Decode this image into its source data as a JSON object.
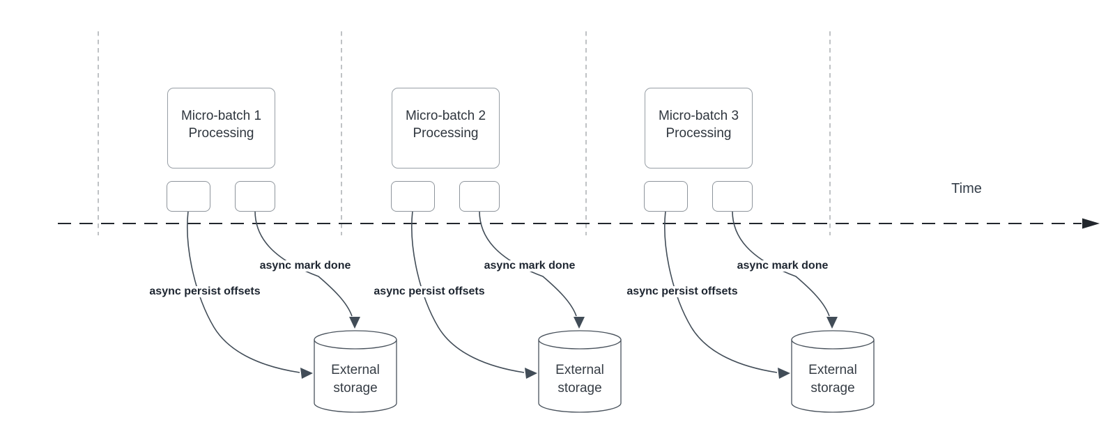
{
  "diagram": {
    "timeline": {
      "label": "Time"
    },
    "groups": [
      {
        "box_title": "Micro-batch 1",
        "box_subtitle": "Processing",
        "persist_arrow_label": "async persist offsets",
        "done_arrow_label": "async mark done",
        "storage_line1": "External",
        "storage_line2": "storage"
      },
      {
        "box_title": "Micro-batch 2",
        "box_subtitle": "Processing",
        "persist_arrow_label": "async persist offsets",
        "done_arrow_label": "async mark done",
        "storage_line1": "External",
        "storage_line2": "storage"
      },
      {
        "box_title": "Micro-batch 3",
        "box_subtitle": "Processing",
        "persist_arrow_label": "async persist offsets",
        "done_arrow_label": "async mark done",
        "storage_line1": "External",
        "storage_line2": "storage"
      }
    ],
    "colors": {
      "timeline_dark": "#22272d",
      "divider_gray": "#a4a8ac",
      "shape_border_gray": "#8d949b",
      "connector_slate": "#414c57",
      "text_dark": "#2f363e",
      "label_bold_dark": "#1d2530"
    }
  }
}
